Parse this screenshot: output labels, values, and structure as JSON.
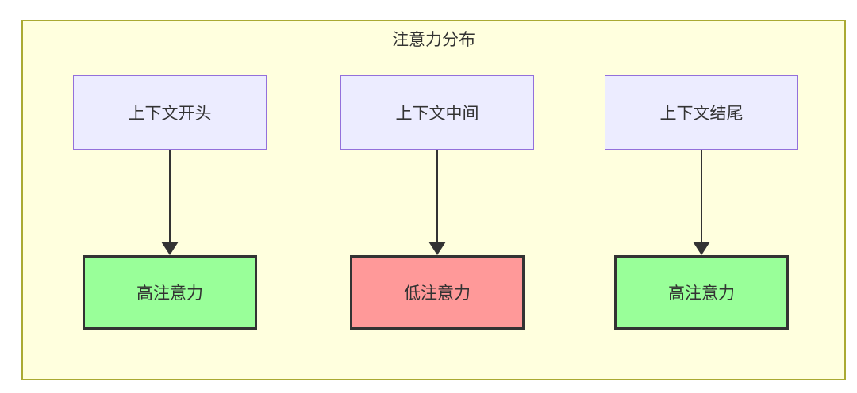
{
  "diagram": {
    "title": "注意力分布",
    "columns": [
      {
        "source": "上下文开头",
        "target": "高注意力",
        "target_type": "high"
      },
      {
        "source": "上下文中间",
        "target": "低注意力",
        "target_type": "low"
      },
      {
        "source": "上下文结尾",
        "target": "高注意力",
        "target_type": "high"
      }
    ],
    "colors": {
      "container_fill": "#ffffde",
      "container_border": "#aaaa33",
      "source_fill": "#ececff",
      "source_border": "#9370db",
      "high_fill": "#99ff99",
      "low_fill": "#ff9999",
      "node_border": "#333333",
      "arrow": "#333333",
      "text": "#333333"
    }
  }
}
